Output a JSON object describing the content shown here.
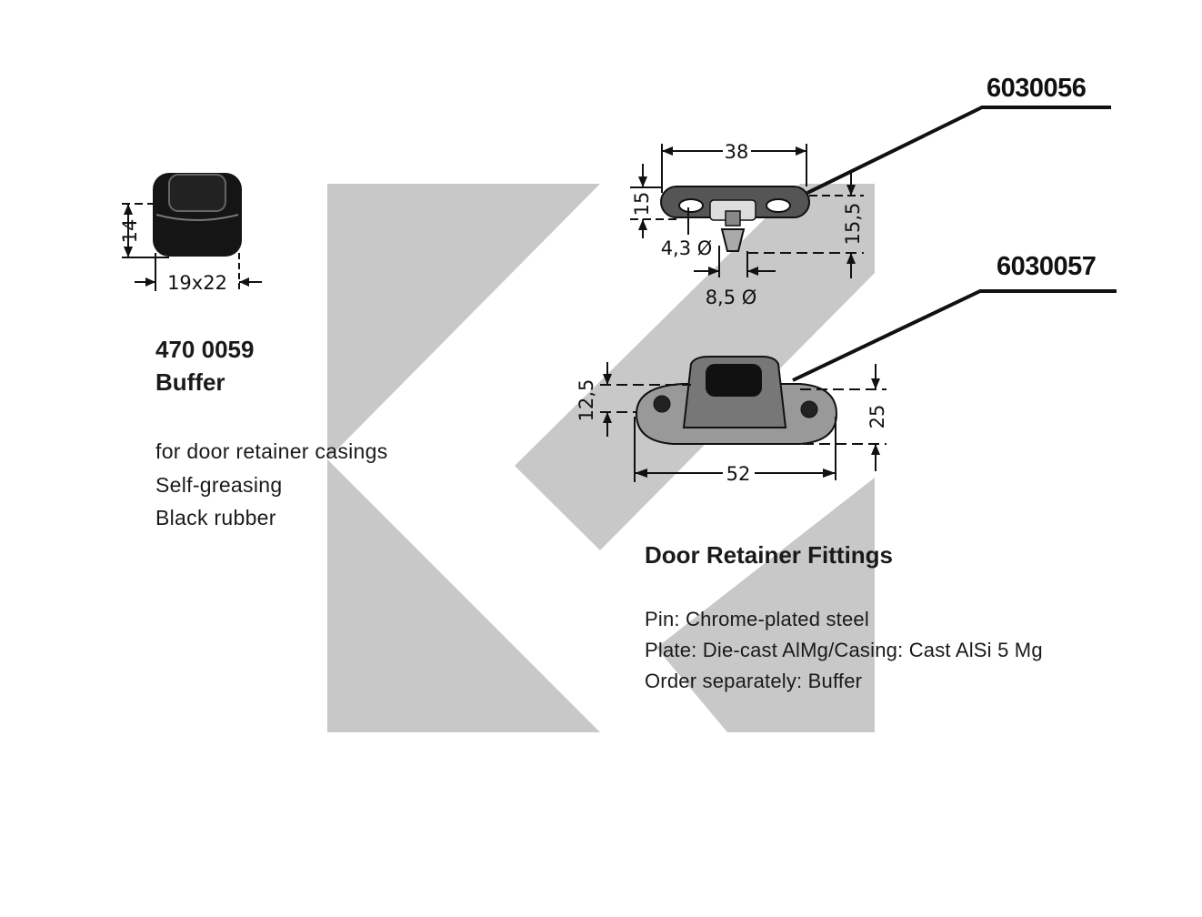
{
  "buffer": {
    "part_number": "470 0059",
    "name": "Buffer",
    "description_lines": [
      "for door retainer casings",
      "Self-greasing",
      "Black rubber"
    ],
    "dimensions": {
      "height": "14",
      "size": "19x22"
    }
  },
  "fitting_pin": {
    "part_number": "6030056",
    "dimensions": {
      "length": "38",
      "height": "15",
      "total_height": "15,5",
      "hole_diameter": "4,3 Ø",
      "pin_diameter": "8,5 Ø"
    }
  },
  "fitting_casing": {
    "part_number": "6030057",
    "dimensions": {
      "length": "52",
      "base_height": "12,5",
      "total_height": "25"
    }
  },
  "door_retainer": {
    "title": "Door Retainer Fittings",
    "spec_lines": [
      "Pin: Chrome-plated steel",
      "Plate: Die-cast AlMg/Casing: Cast AlSi 5 Mg",
      "Order separately: Buffer"
    ]
  },
  "colors": {
    "watermark": "#c8c8c8",
    "text": "#1a1a1a",
    "background": "#ffffff"
  }
}
